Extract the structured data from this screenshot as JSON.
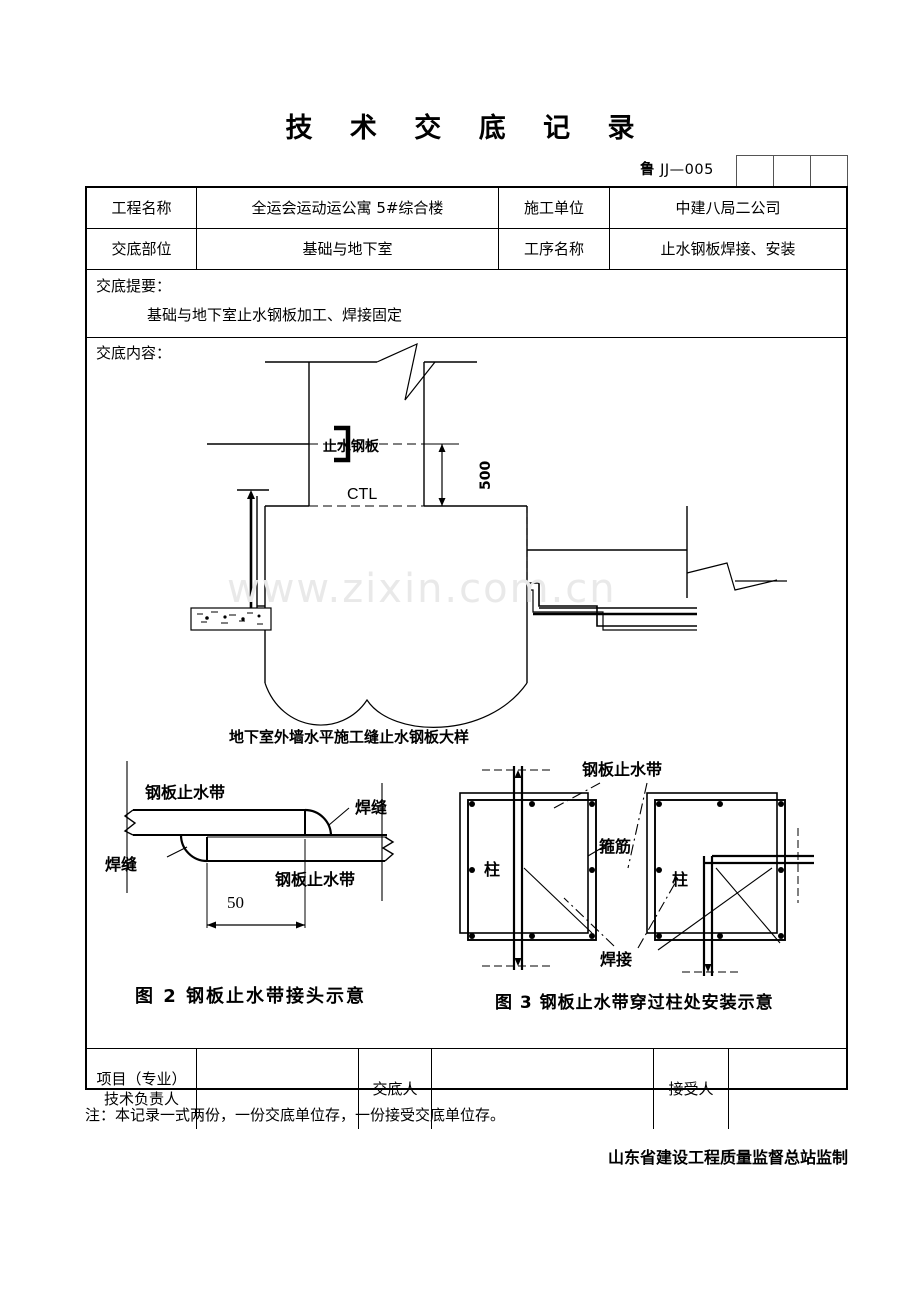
{
  "document": {
    "title": "技 术 交 底 记 录",
    "form_prefix": "鲁",
    "form_number": "JJ—005",
    "code_boxes": [
      "",
      "",
      ""
    ]
  },
  "header": {
    "rows": [
      {
        "label1": "工程名称",
        "value1": "全运会运动运公寓 5#综合楼",
        "label2": "施工单位",
        "value2": "中建八局二公司"
      },
      {
        "label1": "交底部位",
        "value1": "基础与地下室",
        "label2": "工序名称",
        "value2": "止水钢板焊接、安装"
      }
    ]
  },
  "summary": {
    "title": "交底提要：",
    "text": "基础与地下室止水钢板加工、焊接固定"
  },
  "content": {
    "title": "交底内容：",
    "watermark": "www.zixin.com.cn",
    "figures": [
      {
        "id": "fig-main",
        "caption": "地下室外墙水平施工缝止水钢板大样",
        "labels": [
          {
            "name": "waterstop-plate-label",
            "text": "止水钢板"
          },
          {
            "name": "ctl-label",
            "text": "CTL"
          },
          {
            "name": "dimension-500",
            "text": "500"
          }
        ]
      },
      {
        "id": "fig-2",
        "caption": "图 2    钢板止水带接头示意",
        "labels": [
          {
            "name": "steel-waterstop-label-top",
            "text": "钢板止水带"
          },
          {
            "name": "weld-seam-label-right",
            "text": "焊缝"
          },
          {
            "name": "weld-seam-label-left",
            "text": "焊缝"
          },
          {
            "name": "steel-waterstop-label-bottom",
            "text": "钢板止水带"
          },
          {
            "name": "dimension-50",
            "text": "50"
          }
        ]
      },
      {
        "id": "fig-3",
        "caption": "图 3    钢板止水带穿过柱处安装示意",
        "labels": [
          {
            "name": "steel-waterstop-label",
            "text": "钢板止水带"
          },
          {
            "name": "stirrup-label",
            "text": "箍筋"
          },
          {
            "name": "column-label-left",
            "text": "柱"
          },
          {
            "name": "column-label-right",
            "text": "柱"
          },
          {
            "name": "welding-label",
            "text": "焊接"
          }
        ]
      }
    ]
  },
  "footer": {
    "label_tech_lead_line1": "项目（专业）",
    "label_tech_lead_line2": "技术负责人",
    "value_tech_lead": "",
    "label_presenter": "交底人",
    "value_presenter": "",
    "label_receiver": "接受人",
    "value_receiver": ""
  },
  "note": "注：本记录一式两份，一份交底单位存，一份接受交底单位存。",
  "issuer": "山东省建设工程质量监督总站监制"
}
